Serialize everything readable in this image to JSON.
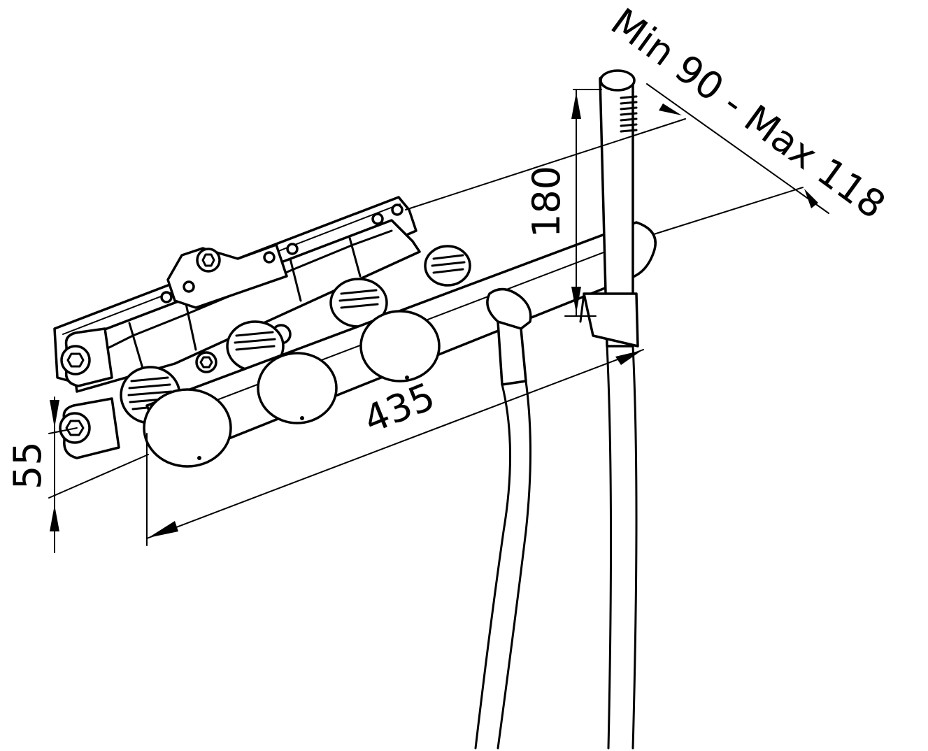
{
  "dimensions": {
    "height_55": "55",
    "width_435": "435",
    "height_180": "180",
    "projection": "Min 90 - Max 118"
  },
  "colors": {
    "line": "#000000",
    "background": "#ffffff"
  }
}
